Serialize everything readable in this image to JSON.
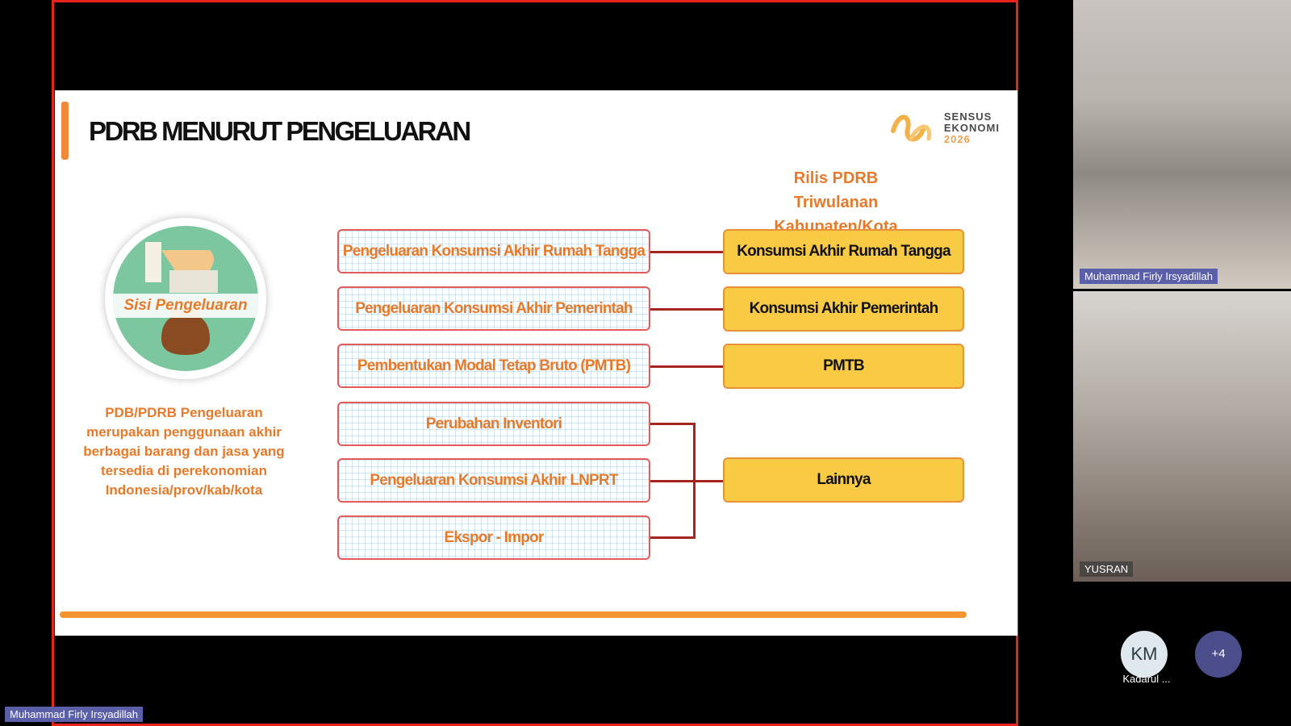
{
  "slide": {
    "title": "PDRB MENURUT PENGELUARAN",
    "logo_lines": [
      "SENSUS",
      "EKONOMI",
      "2026"
    ],
    "rilis_title": "Rilis PDRB Triwulanan Kabupaten/Kota",
    "circle_label": "Sisi Pengeluaran",
    "description": "PDB/PDRB Pengeluaran merupakan penggunaan akhir berbagai barang dan jasa yang tersedia di perekonomian Indonesia/prov/kab/kota",
    "left_boxes": [
      "Pengeluaran Konsumsi Akhir Rumah Tangga",
      "Pengeluaran Konsumsi Akhir Pemerintah",
      "Pembentukan Modal Tetap Bruto (PMTB)",
      "Perubahan Inventori",
      "Pengeluaran Konsumsi Akhir LNPRT",
      "Ekspor - Impor"
    ],
    "right_boxes": [
      "Konsumsi Akhir Rumah Tangga",
      "Konsumsi Akhir Pemerintah",
      "PMTB",
      "Lainnya"
    ]
  },
  "presenter_tag": "Muhammad Firly Irsyadillah",
  "participants": {
    "tile1_name": "Muhammad Firly Irsyadillah",
    "tile2_name": "YUSRAN",
    "avatar_initials": "KM",
    "avatar_name": "Kadarul ...",
    "more_count": "+4"
  },
  "colors": {
    "share_border": "#e8231c",
    "accent_orange": "#e77a2a",
    "box_yellow": "#f9ca44",
    "connector": "#a5261f"
  }
}
